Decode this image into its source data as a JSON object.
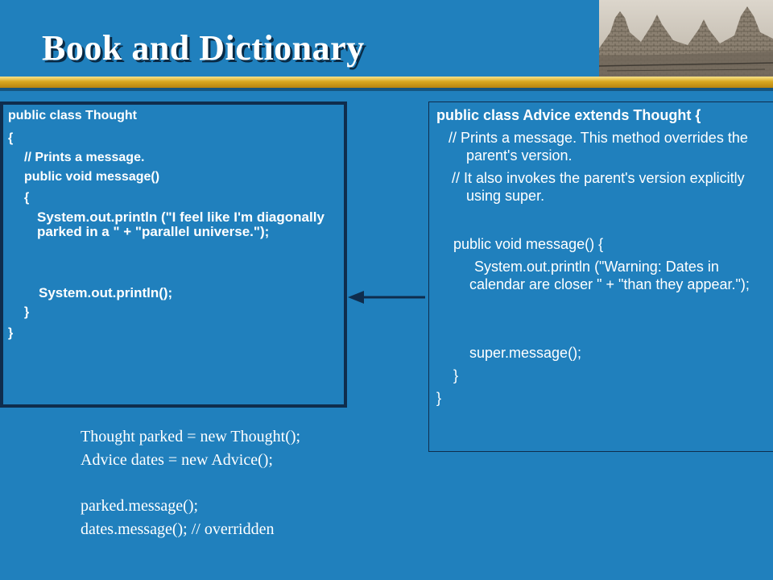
{
  "slide": {
    "title": "Book and Dictionary"
  },
  "thought_code": {
    "lines": [
      "public class Thought",
      "{",
      "// Prints a message.",
      "public void message()",
      "{",
      "System.out.println (\"I feel like I'm diagonally parked in a \" + \"parallel universe.\");",
      "System.out.println();",
      "}",
      "}"
    ]
  },
  "advice_code": {
    "lines": [
      "public class Advice extends Thought {",
      "// Prints a message. This method overrides the parent's version.",
      "// It also invokes the parent's version explicitly using super.",
      "public void message() {",
      "System.out.println (\"Warning: Dates in calendar are closer \" + \"than they appear.\");",
      "super.message();",
      "}",
      "}"
    ]
  },
  "usage_code": {
    "lines": [
      "Thought parked = new Thought();",
      "Advice dates = new Advice();",
      "parked.message();",
      "dates.message(); // overridden"
    ]
  },
  "colors": {
    "background": "#2080bd",
    "box_border": "#0f2d4d",
    "gold_bar": "#d8a820",
    "text": "#ffffff"
  },
  "icons": {
    "arrow": "left-arrow-icon",
    "photo": "temple-photo"
  }
}
